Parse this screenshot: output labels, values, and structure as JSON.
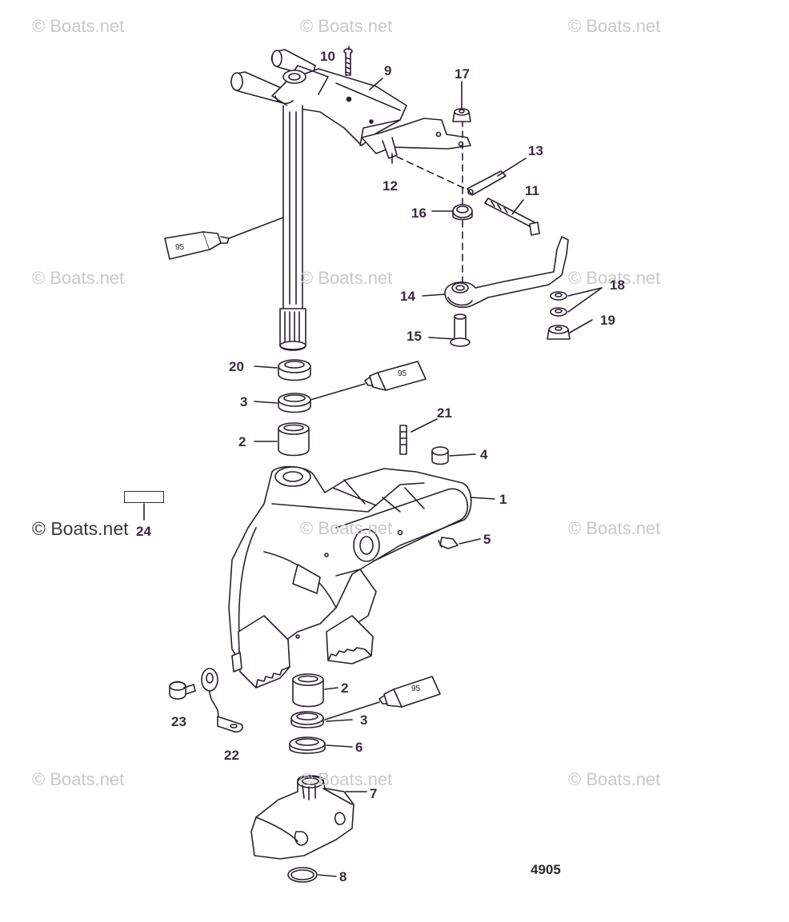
{
  "watermarks": {
    "text": "© Boats.net"
  },
  "parts": {
    "p1": "1",
    "p2a": "2",
    "p2b": "2",
    "p3a": "3",
    "p3b": "3",
    "p4": "4",
    "p5": "5",
    "p6": "6",
    "p7": "7",
    "p8": "8",
    "p9": "9",
    "p10": "10",
    "p11": "11",
    "p12": "12",
    "p13": "13",
    "p14": "14",
    "p15": "15",
    "p16": "16",
    "p17": "17",
    "p18": "18",
    "p19": "19",
    "p20": "20",
    "p21": "21",
    "p22": "22",
    "p23": "23",
    "p24": "24"
  },
  "lubricant": {
    "code": "95"
  },
  "figure_number": "4905",
  "colors": {
    "line": "#2b1f2e",
    "label": "#3a2a3c",
    "watermark": "#c9c9c9"
  }
}
